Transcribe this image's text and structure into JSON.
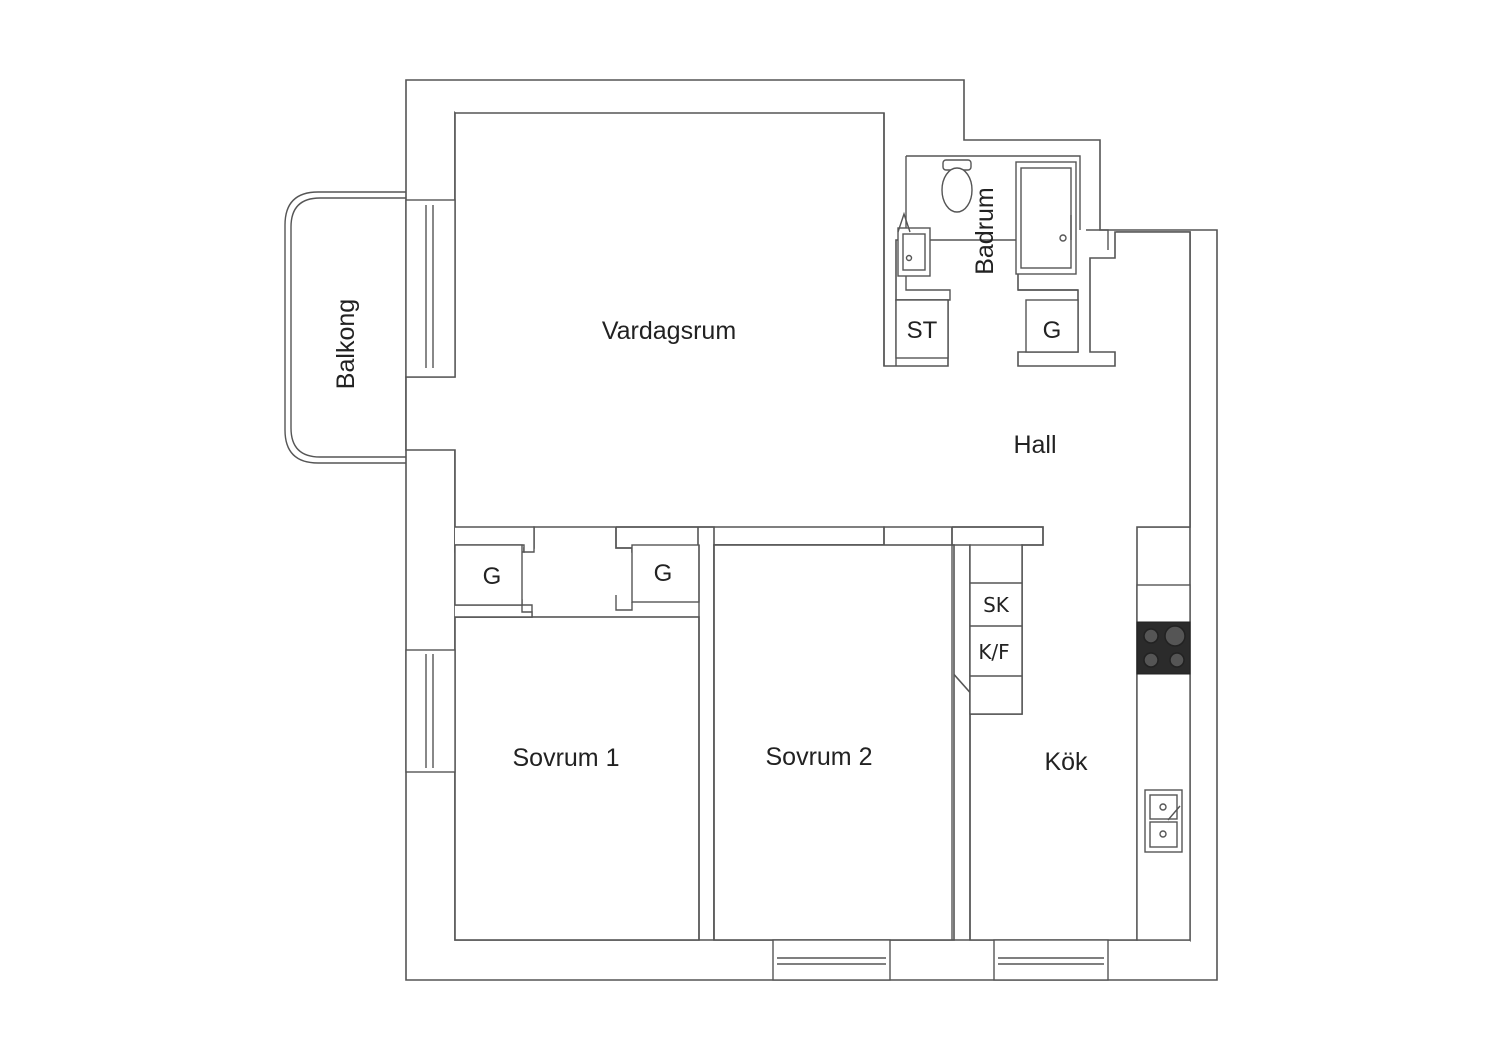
{
  "rooms": {
    "living": "Vardagsrum",
    "balcony": "Balkong",
    "bathroom": "Badrum",
    "hall": "Hall",
    "bedroom1": "Sovrum 1",
    "bedroom2": "Sovrum 2",
    "kitchen": "Kök"
  },
  "fixtures": {
    "storage_st": "ST",
    "closet_bath": "G",
    "closet_bed1": "G",
    "closet_bed2": "G",
    "kitchen_sk": "SK",
    "kitchen_kf": "K/F"
  }
}
